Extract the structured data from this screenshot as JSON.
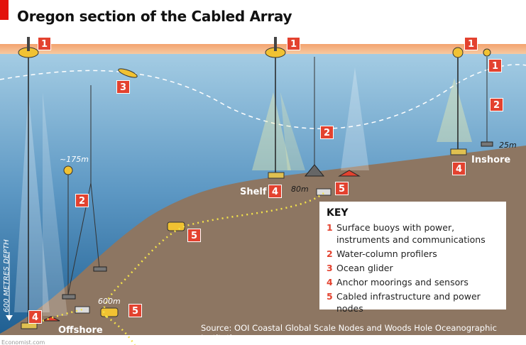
{
  "title": "Oregon section of the Cabled Array",
  "badges": [
    "1",
    "1",
    "1",
    "1",
    "2",
    "2",
    "2",
    "3",
    "4",
    "4",
    "4",
    "5",
    "5",
    "5"
  ],
  "labels": {
    "shelf": "Shelf",
    "inshore": "Inshore",
    "offshore": "Offshore"
  },
  "depths": {
    "d175": "~175m",
    "d80": "80m",
    "d25": "25m",
    "d600": "600m"
  },
  "depth_axis": "600 METRES DEPTH",
  "key": {
    "title": "KEY",
    "items": [
      {
        "num": "1",
        "text": "Surface buoys with power, instruments and communications"
      },
      {
        "num": "2",
        "text": "Water-column profilers"
      },
      {
        "num": "3",
        "text": "Ocean glider"
      },
      {
        "num": "4",
        "text": "Anchor moorings and sensors"
      },
      {
        "num": "5",
        "text": "Cabled infrastructure and power nodes"
      }
    ]
  },
  "source": "Source: OOI Coastal Global Scale Nodes and Woods Hole Oceanographic Institution",
  "credit": "Economist.com",
  "colors": {
    "sea_top": "#a5cde4",
    "sea_bottom": "#1f5f92",
    "seabed": "#8d7662",
    "accent": "#e3422f"
  }
}
